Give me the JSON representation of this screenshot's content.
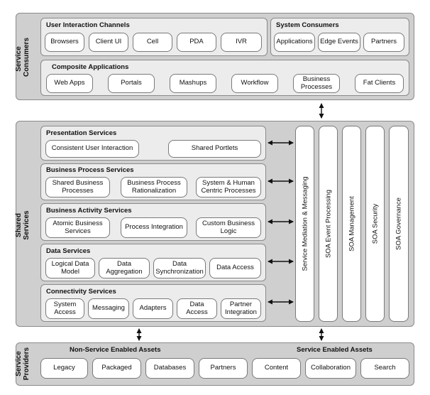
{
  "consumers": {
    "label_line1": "Service",
    "label_line2": "Consumers",
    "user_interaction": {
      "title": "User Interaction Channels",
      "items": [
        "Browsers",
        "Client UI",
        "Cell",
        "PDA",
        "IVR"
      ]
    },
    "system_consumers": {
      "title": "System Consumers",
      "items": [
        "Applications",
        "Edge Events",
        "Partners"
      ]
    },
    "composite": {
      "title": "Composite Applications",
      "items": [
        "Web Apps",
        "Portals",
        "Mashups",
        "Workflow",
        "Business Processes",
        "Fat Clients"
      ]
    }
  },
  "shared": {
    "label_line1": "Shared",
    "label_line2": "Services",
    "presentation": {
      "title": "Presentation Services",
      "items": [
        "Consistent User Interaction",
        "Shared Portlets"
      ]
    },
    "business_process": {
      "title": "Business Process Services",
      "items": [
        "Shared Business Processes",
        "Business Process Rationalization",
        "System & Human Centric Processes"
      ]
    },
    "business_activity": {
      "title": "Business Activity Services",
      "items": [
        "Atomic Business Services",
        "Process Integration",
        "Custom Business Logic"
      ]
    },
    "data": {
      "title": "Data Services",
      "items": [
        "Logical Data Model",
        "Data Aggregation",
        "Data Synchronization",
        "Data Access"
      ]
    },
    "connectivity": {
      "title": "Connectivity Services",
      "items": [
        "System Access",
        "Messaging",
        "Adapters",
        "Data Access",
        "Partner Integration"
      ]
    },
    "vertical": [
      "Service Mediation & Messaging",
      "SOA Event Processing",
      "SOA Management",
      "SOA Security",
      "SOA Governance"
    ]
  },
  "providers": {
    "label_line1": "Service",
    "label_line2": "Providers",
    "non_service_title": "Non-Service Enabled Assets",
    "service_title": "Service Enabled Assets",
    "items": [
      "Legacy",
      "Packaged",
      "Databases",
      "Partners",
      "Content",
      "Collaboration",
      "Search"
    ]
  }
}
